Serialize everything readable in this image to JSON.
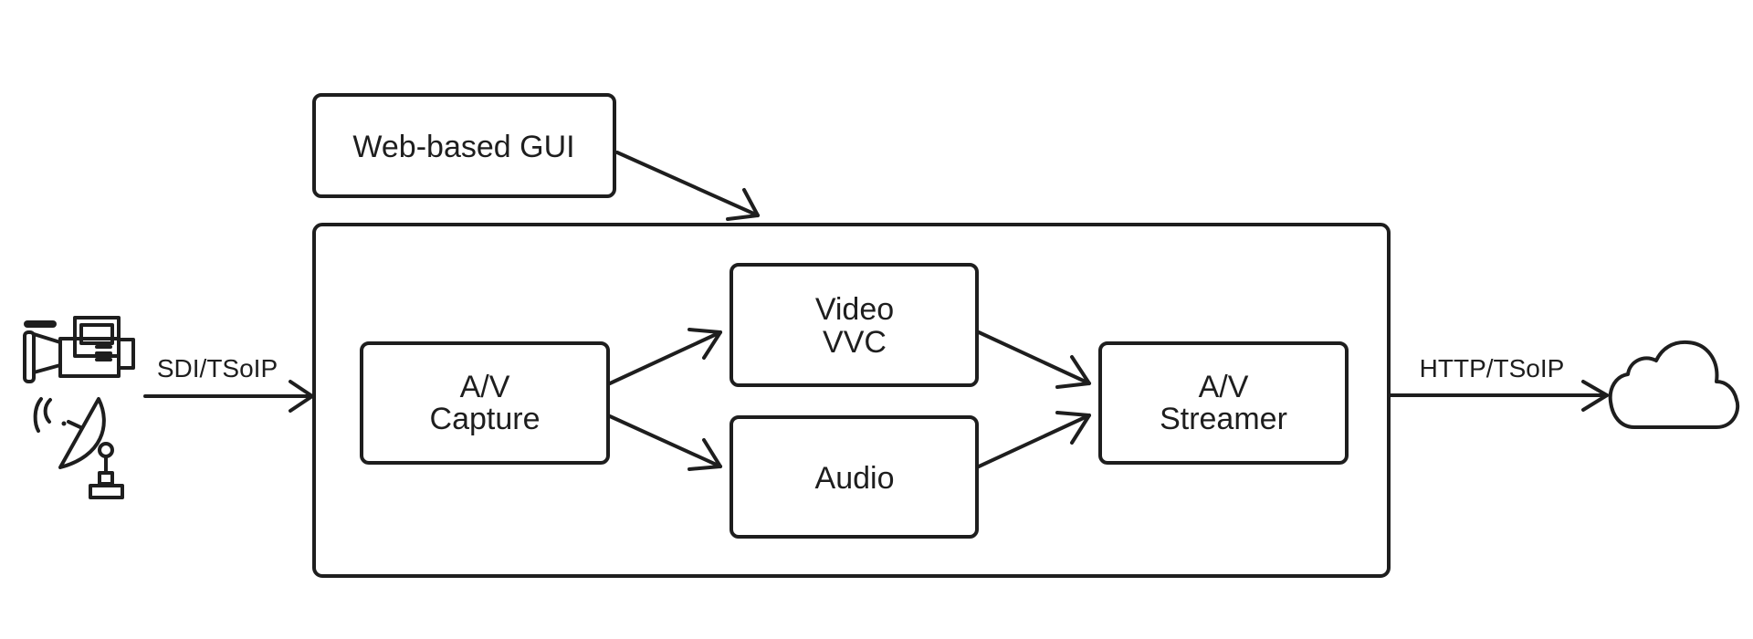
{
  "diagram": {
    "title": "",
    "nodes": {
      "web_gui": "Web-based GUI",
      "capture": [
        "A/V",
        "Capture"
      ],
      "video": [
        "Video",
        "VVC"
      ],
      "audio": "Audio",
      "streamer": [
        "A/V",
        "Streamer"
      ]
    },
    "edges": {
      "input_label": "SDI/TSoIP",
      "output_label": "HTTP/TSoIP"
    },
    "icons": {
      "sources": [
        "video-camera-icon",
        "satellite-dish-icon"
      ],
      "destination": "cloud-icon"
    },
    "colors": {
      "stroke": "#1e1e1e",
      "background": "#ffffff"
    }
  }
}
